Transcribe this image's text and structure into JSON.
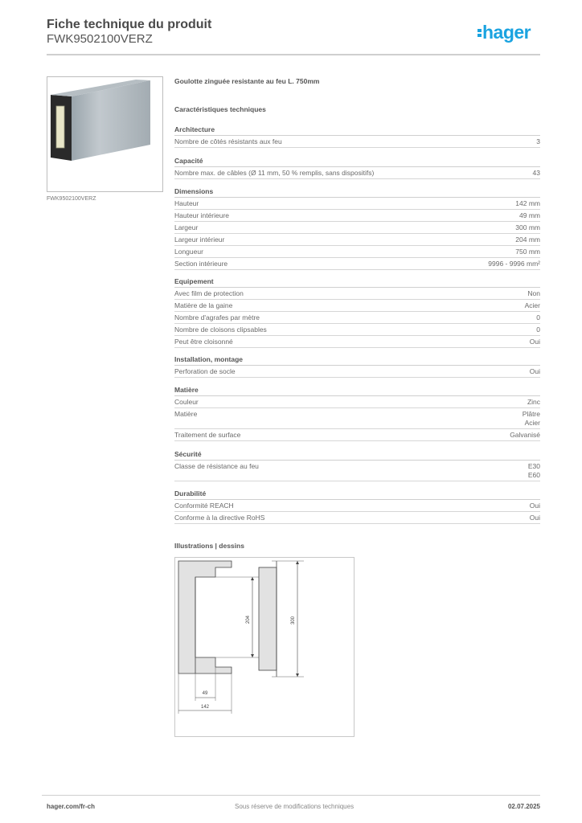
{
  "header": {
    "title": "Fiche technique du produit",
    "product_code": "FWK9502100VERZ",
    "logo_text": "hager",
    "logo_color": "#1aa3e0"
  },
  "product": {
    "image_caption": "FWK9502100VERZ",
    "description": "Goulotte zinguée resistante au feu  L. 750mm",
    "characteristics_title": "Caractéristiques techniques"
  },
  "sections": [
    {
      "title": "Architecture",
      "rows": [
        {
          "label": "Nombre de côtés résistants aux feu",
          "values": [
            "3"
          ]
        }
      ]
    },
    {
      "title": "Capacité",
      "rows": [
        {
          "label": "Nombre max. de câbles (Ø 11 mm, 50 % remplis, sans dispositifs)",
          "values": [
            "43"
          ]
        }
      ]
    },
    {
      "title": "Dimensions",
      "rows": [
        {
          "label": "Hauteur",
          "values": [
            "142 mm"
          ]
        },
        {
          "label": "Hauteur intérieure",
          "values": [
            "49 mm"
          ]
        },
        {
          "label": "Largeur",
          "values": [
            "300 mm"
          ]
        },
        {
          "label": "Largeur intérieur",
          "values": [
            "204 mm"
          ]
        },
        {
          "label": "Longueur",
          "values": [
            "750 mm"
          ]
        },
        {
          "label": "Section intérieure",
          "values": [
            "9996 - 9996 mm²"
          ]
        }
      ]
    },
    {
      "title": "Equipement",
      "rows": [
        {
          "label": "Avec film de protection",
          "values": [
            "Non"
          ]
        },
        {
          "label": "Matière de la gaine",
          "values": [
            "Acier"
          ]
        },
        {
          "label": "Nombre d'agrafes par mètre",
          "values": [
            "0"
          ]
        },
        {
          "label": "Nombre de cloisons clipsables",
          "values": [
            "0"
          ]
        },
        {
          "label": "Peut être cloisonné",
          "values": [
            "Oui"
          ]
        }
      ]
    },
    {
      "title": "Installation, montage",
      "rows": [
        {
          "label": "Perforation de socle",
          "values": [
            "Oui"
          ]
        }
      ]
    },
    {
      "title": "Matière",
      "rows": [
        {
          "label": "Couleur",
          "values": [
            "Zinc"
          ]
        },
        {
          "label": "Matière",
          "values": [
            "Plâtre",
            "Acier"
          ]
        },
        {
          "label": "Traitement de surface",
          "values": [
            "Galvanisé"
          ]
        }
      ]
    },
    {
      "title": "Sécurité",
      "rows": [
        {
          "label": "Classe de résistance au feu",
          "values": [
            "E30",
            "E60"
          ]
        }
      ]
    },
    {
      "title": "Durabilité",
      "rows": [
        {
          "label": "Conformité REACH",
          "values": [
            "Oui"
          ]
        },
        {
          "label": "Conforme à la directive RoHS",
          "values": [
            "Oui"
          ]
        }
      ]
    }
  ],
  "illustrations": {
    "title": "Illustrations | dessins",
    "dims": {
      "height_outer": "142",
      "height_inner": "49",
      "width_inner": "204",
      "width_outer": "300"
    }
  },
  "footer": {
    "website": "hager.com/fr-ch",
    "disclaimer": "Sous réserve de modifications techniques",
    "date": "02.07.2025"
  }
}
